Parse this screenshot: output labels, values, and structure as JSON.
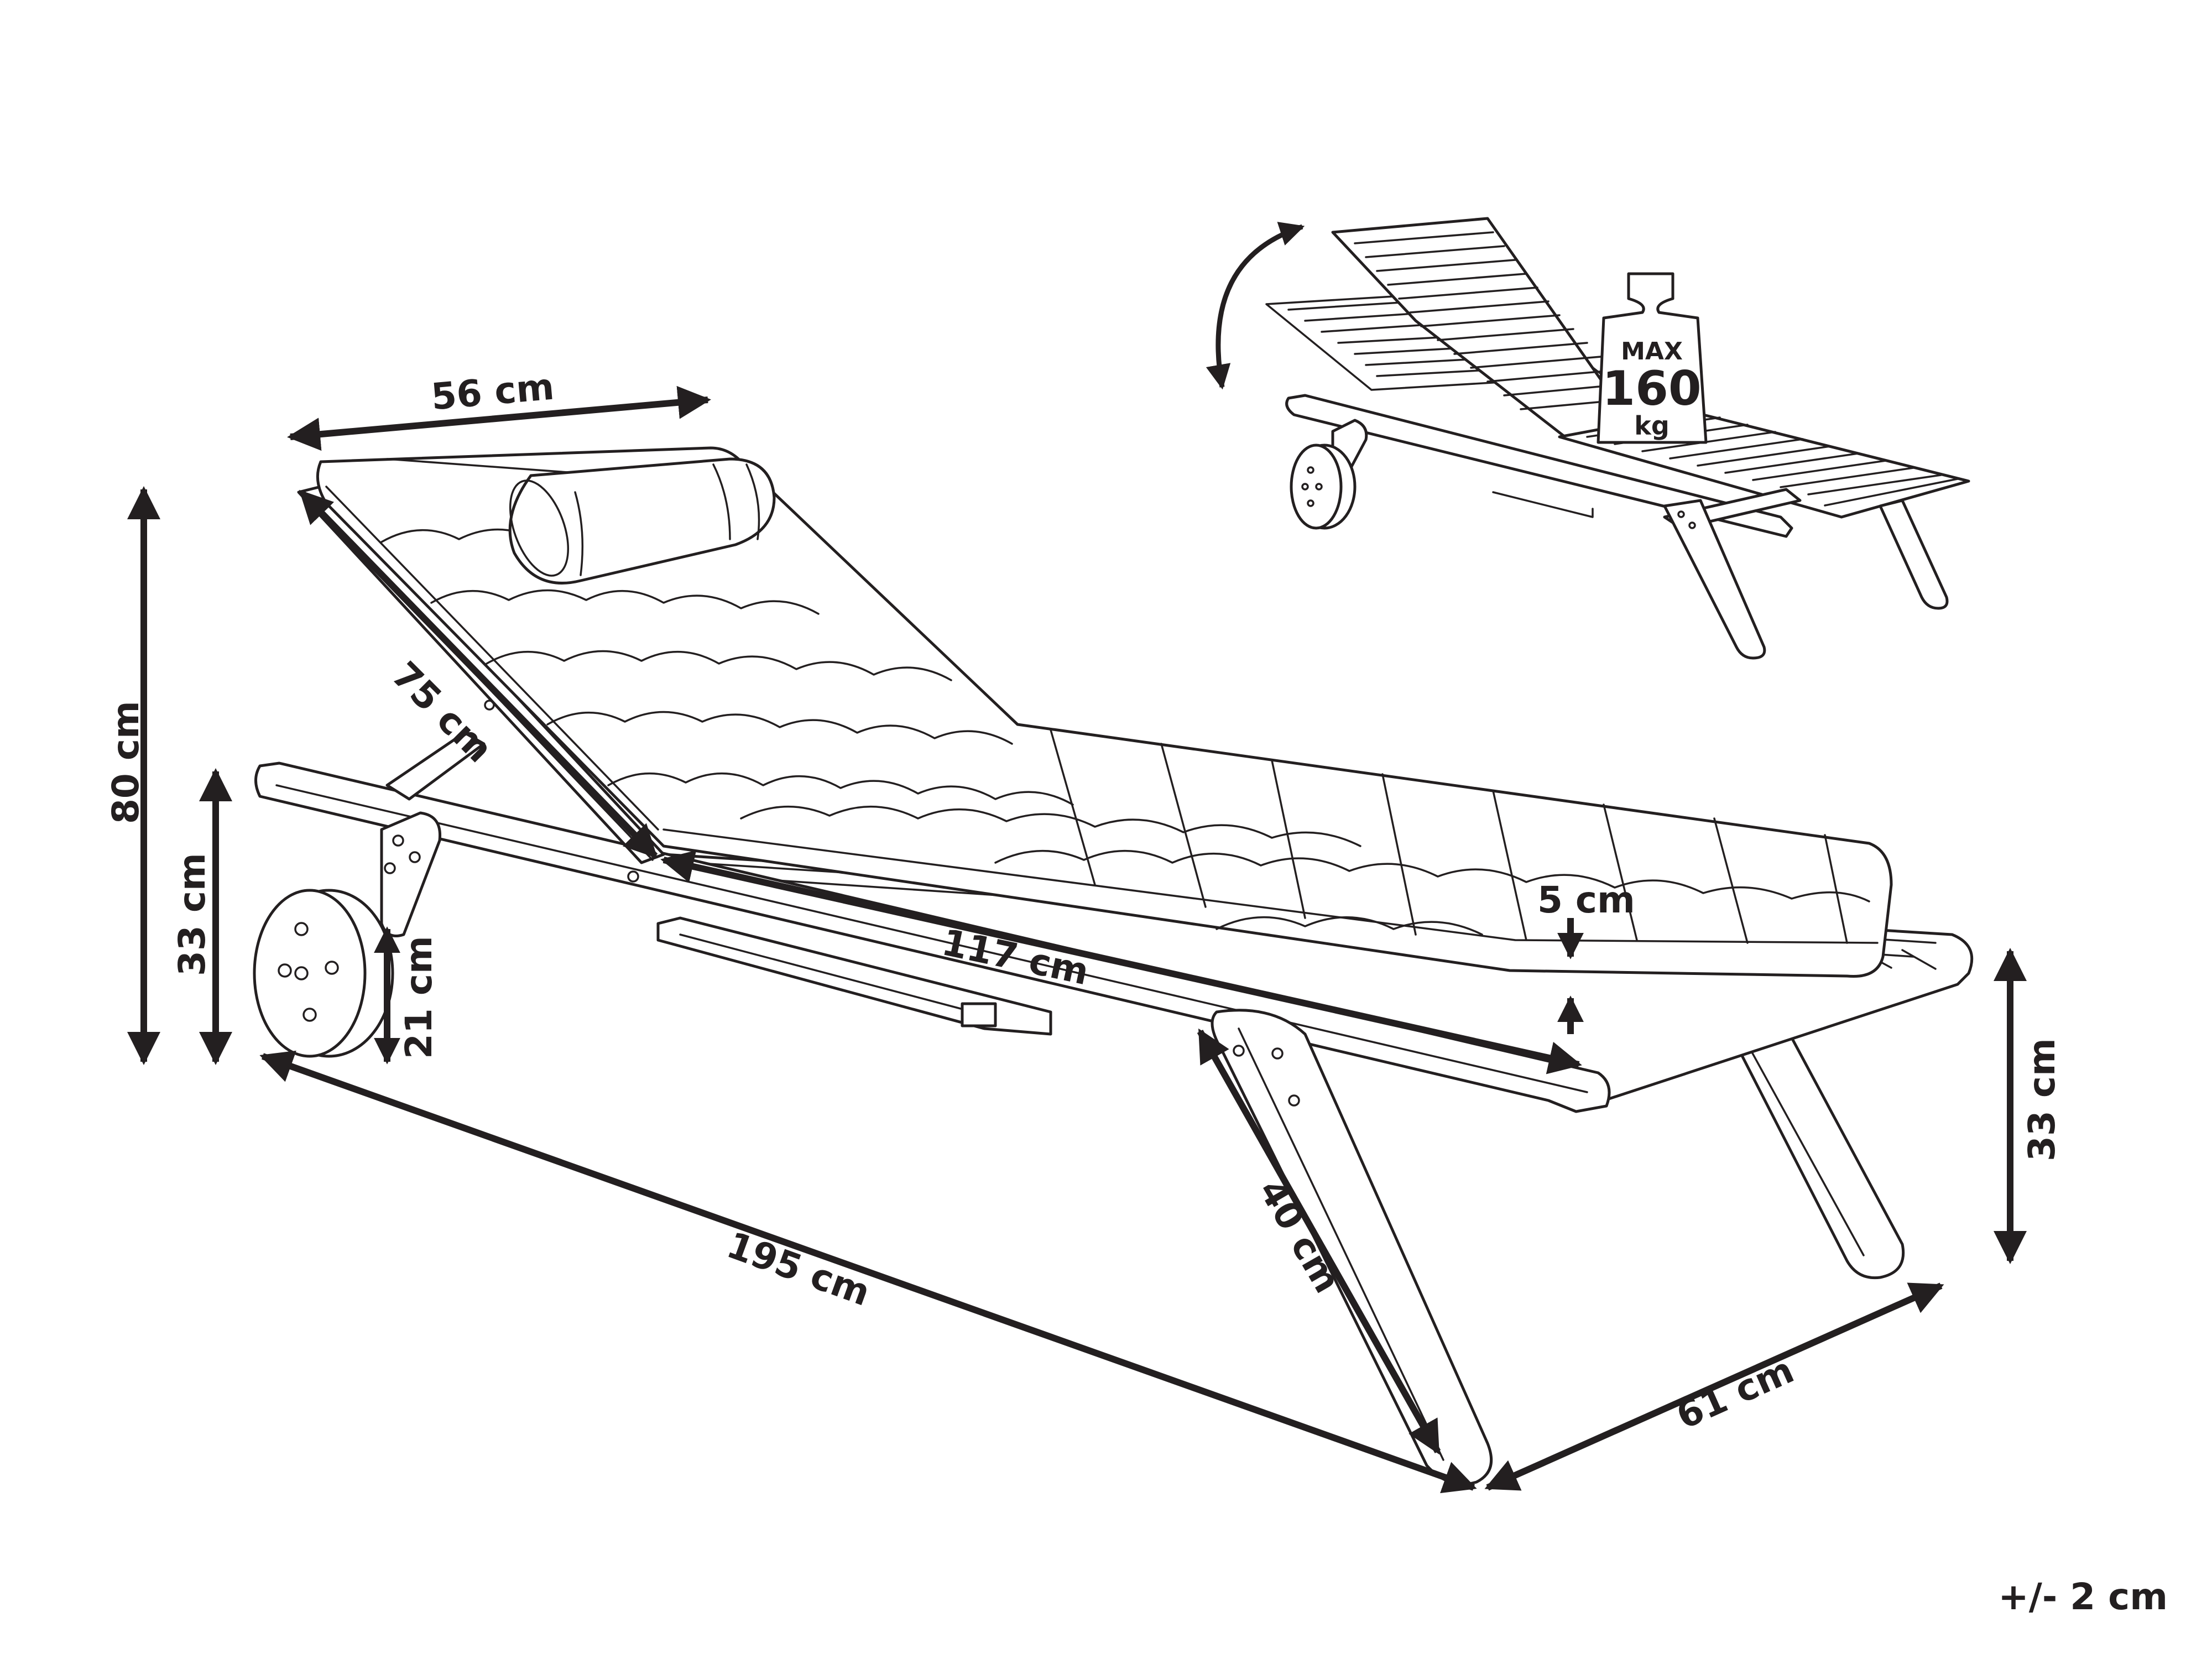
{
  "dimensions": {
    "width_top": "56 cm",
    "height_total": "80 cm",
    "height_frame": "33 cm",
    "backrest_length": "75 cm",
    "wheel_height": "21 cm",
    "seat_length": "117 cm",
    "cushion_thickness": "5 cm",
    "total_length": "195 cm",
    "leg_length": "40 cm",
    "width_bottom": "61 cm",
    "leg_height_front": "33 cm"
  },
  "weight_badge": {
    "line1": "MAX",
    "line2": "160",
    "line3": "kg"
  },
  "tolerance": "+/- 2 cm",
  "icons": {
    "rotate": "rotate-arrow-icon",
    "weight": "weight-icon",
    "lounger": "sun-lounger-drawing"
  }
}
